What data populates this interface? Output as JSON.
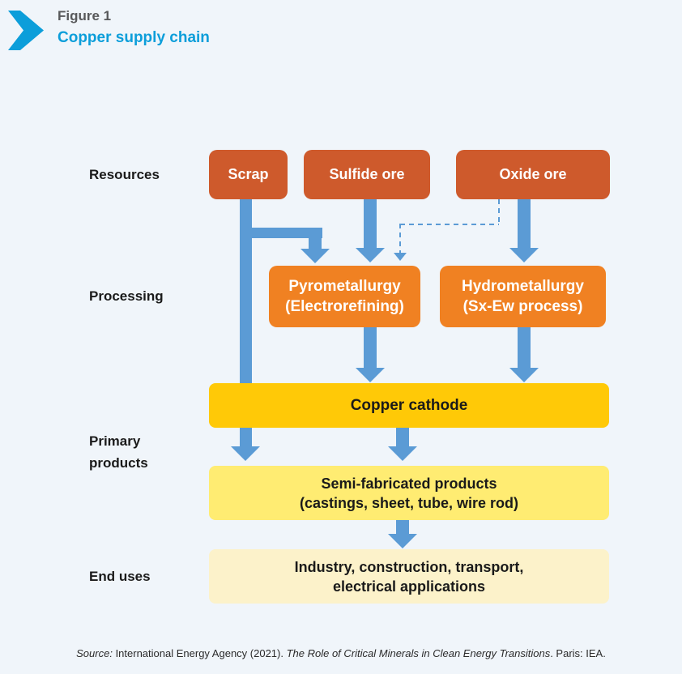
{
  "colors": {
    "background": "#F0F5FA",
    "accent_cyan": "#0C9EDA",
    "figure_label_gray": "#58595B",
    "resource_box": "#CE5A2C",
    "processing_box": "#F08122",
    "cathode_bar": "#FFC907",
    "semifab_bar": "#FFEC72",
    "enduses_bar": "#FCF2CA",
    "arrow_blue": "#5B9BD5",
    "text_black": "#1A1A1A"
  },
  "header": {
    "figure_label": "Figure 1",
    "title": "Copper supply chain",
    "chevron_icon": "chevron-right-icon"
  },
  "diagram": {
    "row_labels": [
      "Resources",
      "Processing",
      "Primary products",
      "End uses"
    ],
    "resources": [
      {
        "label": "Scrap"
      },
      {
        "label": "Sulfide ore"
      },
      {
        "label": "Oxide ore"
      }
    ],
    "processing": [
      {
        "label": "Pyrometallurgy",
        "sublabel": "(Electrorefining)"
      },
      {
        "label": "Hydrometallurgy",
        "sublabel": "(Sx-Ew process)"
      }
    ],
    "primary_products": {
      "cathode": {
        "label": "Copper cathode"
      },
      "semi_fabricated": {
        "label": "Semi-fabricated products",
        "sublabel": "(castings, sheet, tube, wire rod)"
      }
    },
    "end_uses": {
      "line1": "Industry, construction, transport,",
      "line2": "electrical applications"
    },
    "edges": [
      {
        "from": "Scrap",
        "to": "Pyrometallurgy (Electrorefining)",
        "style": "solid"
      },
      {
        "from": "Scrap",
        "to": "Semi-fabricated products",
        "style": "solid"
      },
      {
        "from": "Sulfide ore",
        "to": "Pyrometallurgy (Electrorefining)",
        "style": "solid"
      },
      {
        "from": "Oxide ore",
        "to": "Pyrometallurgy (Electrorefining)",
        "style": "dashed"
      },
      {
        "from": "Oxide ore",
        "to": "Hydrometallurgy (Sx-Ew process)",
        "style": "solid"
      },
      {
        "from": "Pyrometallurgy (Electrorefining)",
        "to": "Copper cathode",
        "style": "solid"
      },
      {
        "from": "Hydrometallurgy (Sx-Ew process)",
        "to": "Copper cathode",
        "style": "solid"
      },
      {
        "from": "Copper cathode",
        "to": "Semi-fabricated products",
        "style": "solid"
      },
      {
        "from": "Semi-fabricated products",
        "to": "Industry, construction, transport, electrical applications",
        "style": "solid"
      }
    ]
  },
  "source": {
    "prefix": "Source:",
    "body": " International Energy Agency (2021). ",
    "work_title": "The Role of Critical Minerals in Clean Energy Transitions",
    "suffix": ". Paris: IEA."
  }
}
